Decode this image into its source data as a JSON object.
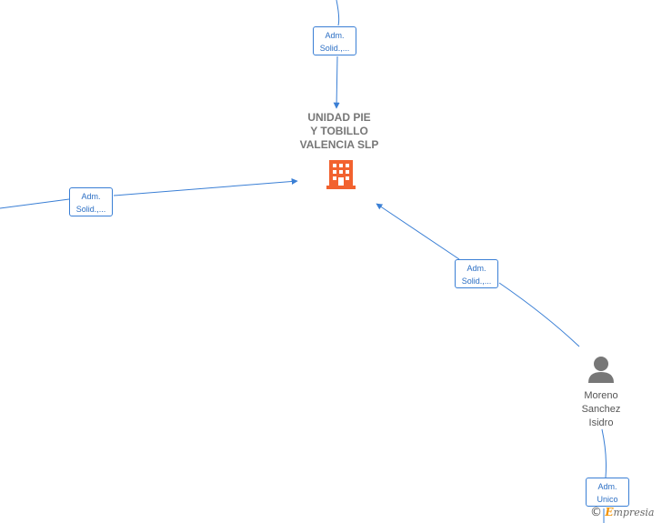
{
  "company": {
    "name": "UNIDAD PIE\nY TOBILLO\nVALENCIA  SLP",
    "icon": "building-icon",
    "icon_color": "#f2622f"
  },
  "person": {
    "name": "Moreno\nSanchez\nIsidro",
    "icon": "person-icon",
    "icon_color": "#777777"
  },
  "relations": [
    {
      "id": "rel-top",
      "label": "Adm.\nSolid.,..."
    },
    {
      "id": "rel-left",
      "label": "Adm.\nSolid.,..."
    },
    {
      "id": "rel-right",
      "label": "Adm.\nSolid.,..."
    },
    {
      "id": "rel-bottom",
      "label": "Adm.\nUnico"
    }
  ],
  "edge_color": "#3a7fd5",
  "brand": {
    "copyright": "©",
    "initial": "E",
    "rest": "mpresia"
  }
}
